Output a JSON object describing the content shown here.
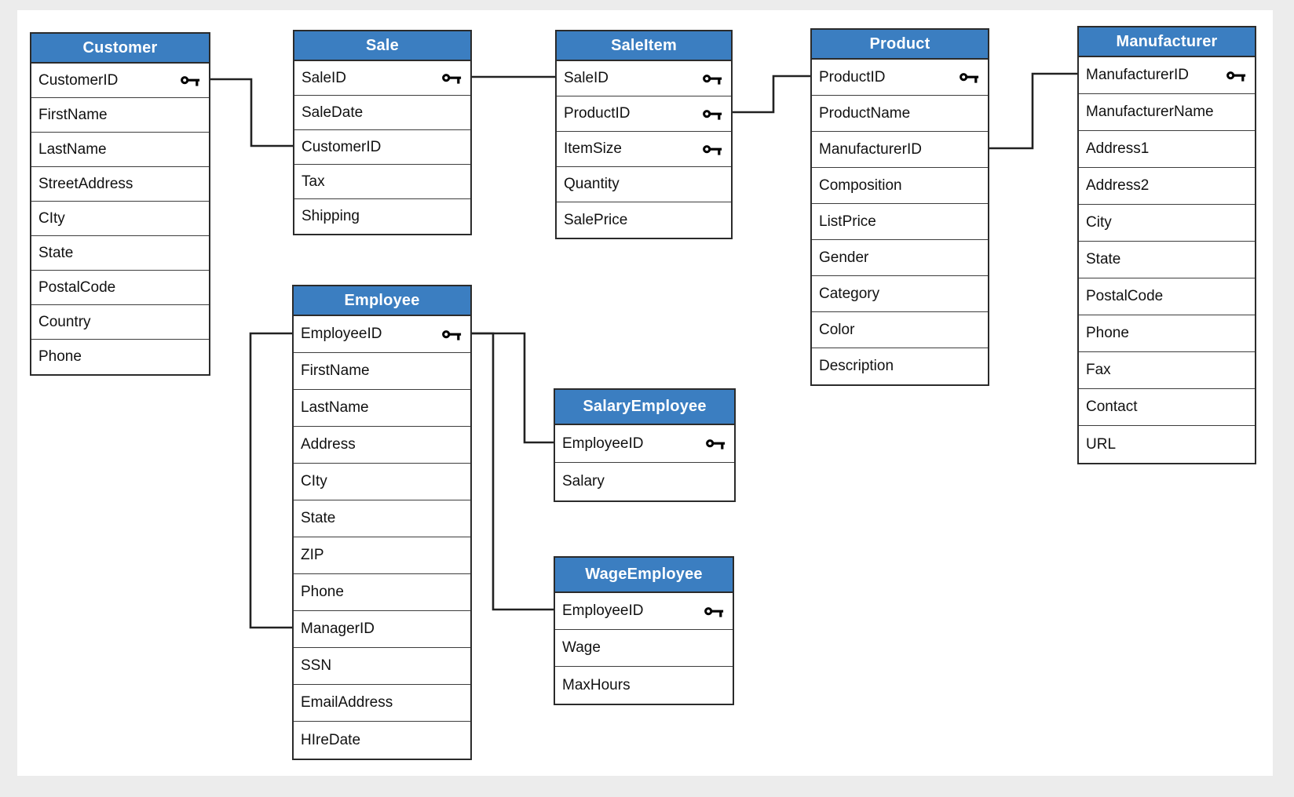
{
  "page": {
    "background": "#ececec",
    "canvas_background": "#ffffff"
  },
  "colors": {
    "header_bg": "#3b7ec1",
    "header_text": "#ffffff",
    "border": "#2b2b2b",
    "row_divider": "#3d3d3d",
    "text": "#111111",
    "connector": "#222222"
  },
  "diagram": {
    "type": "entity-relationship-diagram",
    "icons": [
      {
        "name": "key-icon",
        "meaning": "primary-key"
      }
    ],
    "tables": [
      {
        "name": "Customer",
        "fields": [
          {
            "label": "CustomerID",
            "key": true
          },
          {
            "label": "FirstName",
            "key": false
          },
          {
            "label": "LastName",
            "key": false
          },
          {
            "label": "StreetAddress",
            "key": false
          },
          {
            "label": "CIty",
            "key": false
          },
          {
            "label": "State",
            "key": false
          },
          {
            "label": "PostalCode",
            "key": false
          },
          {
            "label": "Country",
            "key": false
          },
          {
            "label": "Phone",
            "key": false
          }
        ]
      },
      {
        "name": "Sale",
        "fields": [
          {
            "label": "SaleID",
            "key": true
          },
          {
            "label": "SaleDate",
            "key": false
          },
          {
            "label": "CustomerID",
            "key": false
          },
          {
            "label": "Tax",
            "key": false
          },
          {
            "label": "Shipping",
            "key": false
          }
        ]
      },
      {
        "name": "SaleItem",
        "fields": [
          {
            "label": "SaleID",
            "key": true
          },
          {
            "label": "ProductID",
            "key": true
          },
          {
            "label": "ItemSize",
            "key": true
          },
          {
            "label": "Quantity",
            "key": false
          },
          {
            "label": "SalePrice",
            "key": false
          }
        ]
      },
      {
        "name": "Product",
        "fields": [
          {
            "label": "ProductID",
            "key": true
          },
          {
            "label": "ProductName",
            "key": false
          },
          {
            "label": "ManufacturerID",
            "key": false
          },
          {
            "label": "Composition",
            "key": false
          },
          {
            "label": "ListPrice",
            "key": false
          },
          {
            "label": "Gender",
            "key": false
          },
          {
            "label": "Category",
            "key": false
          },
          {
            "label": "Color",
            "key": false
          },
          {
            "label": "Description",
            "key": false
          }
        ]
      },
      {
        "name": "Manufacturer",
        "fields": [
          {
            "label": "ManufacturerID",
            "key": true
          },
          {
            "label": "ManufacturerName",
            "key": false
          },
          {
            "label": "Address1",
            "key": false
          },
          {
            "label": "Address2",
            "key": false
          },
          {
            "label": "City",
            "key": false
          },
          {
            "label": "State",
            "key": false
          },
          {
            "label": "PostalCode",
            "key": false
          },
          {
            "label": "Phone",
            "key": false
          },
          {
            "label": "Fax",
            "key": false
          },
          {
            "label": "Contact",
            "key": false
          },
          {
            "label": "URL",
            "key": false
          }
        ]
      },
      {
        "name": "Employee",
        "fields": [
          {
            "label": "EmployeeID",
            "key": true
          },
          {
            "label": "FirstName",
            "key": false
          },
          {
            "label": "LastName",
            "key": false
          },
          {
            "label": "Address",
            "key": false
          },
          {
            "label": "CIty",
            "key": false
          },
          {
            "label": "State",
            "key": false
          },
          {
            "label": "ZIP",
            "key": false
          },
          {
            "label": "Phone",
            "key": false
          },
          {
            "label": "ManagerID",
            "key": false
          },
          {
            "label": "SSN",
            "key": false
          },
          {
            "label": "EmailAddress",
            "key": false
          },
          {
            "label": "HIreDate",
            "key": false
          }
        ]
      },
      {
        "name": "SalaryEmployee",
        "fields": [
          {
            "label": "EmployeeID",
            "key": true
          },
          {
            "label": "Salary",
            "key": false
          }
        ]
      },
      {
        "name": "WageEmployee",
        "fields": [
          {
            "label": "EmployeeID",
            "key": true
          },
          {
            "label": "Wage",
            "key": false
          },
          {
            "label": "MaxHours",
            "key": false
          }
        ]
      }
    ],
    "connections": [
      {
        "from": "Customer.CustomerID",
        "to": "Sale.CustomerID"
      },
      {
        "from": "Sale.SaleID",
        "to": "SaleItem.SaleID"
      },
      {
        "from": "SaleItem.ProductID",
        "to": "Product.ProductID"
      },
      {
        "from": "Product.ManufacturerID",
        "to": "Manufacturer.ManufacturerID"
      },
      {
        "from": "Employee.EmployeeID",
        "to": "Employee.ManagerID"
      },
      {
        "from": "Employee.EmployeeID",
        "to": "SalaryEmployee.EmployeeID"
      },
      {
        "from": "Employee.EmployeeID",
        "to": "WageEmployee.EmployeeID"
      }
    ]
  }
}
